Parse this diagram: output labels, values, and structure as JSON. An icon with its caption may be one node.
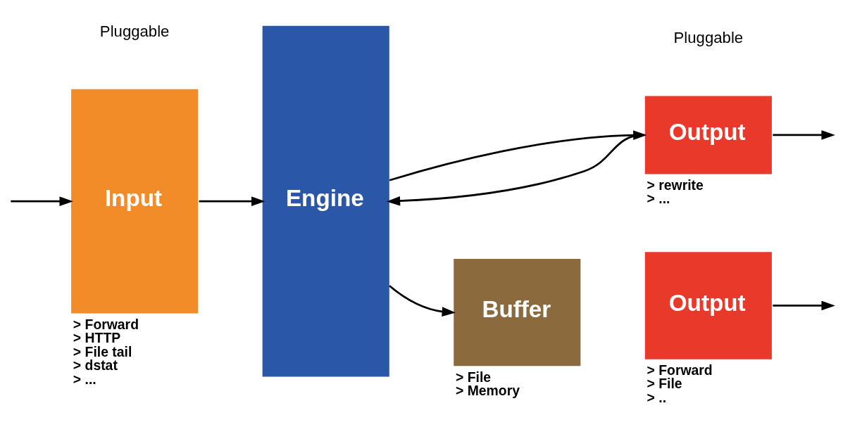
{
  "diagram": {
    "nodes": [
      {
        "text": [
          "Input"
        ],
        "beside": [
          "> Forward",
          "> HTTP",
          "> File tail",
          "> dstat",
          "> ..."
        ]
      },
      {
        "text": [
          "Engine"
        ]
      },
      {
        "text": [
          "Output"
        ],
        "beside": [
          "> rewrite",
          "> ..."
        ]
      },
      {
        "text": [
          "Buffer"
        ],
        "beside": [
          "> File",
          "> Memory"
        ]
      },
      {
        "text": [
          "Output"
        ],
        "beside": [
          "> Forward",
          "> File",
          "> .."
        ]
      }
    ],
    "edges": [
      {
        "from": null,
        "to": 0,
        "arrow": "to"
      },
      {
        "from": 0,
        "to": 1,
        "arrow": "to"
      },
      {
        "from": 1,
        "to": 2,
        "arrow": "to"
      },
      {
        "from": 2,
        "to": 1,
        "arrow": "to"
      },
      {
        "from": 1,
        "to": 3,
        "arrow": "to"
      },
      {
        "from": 2,
        "to": null,
        "arrow": "to"
      },
      {
        "from": 4,
        "to": null,
        "arrow": "to"
      }
    ],
    "labels": [
      "Pluggable",
      "Pluggable"
    ]
  }
}
